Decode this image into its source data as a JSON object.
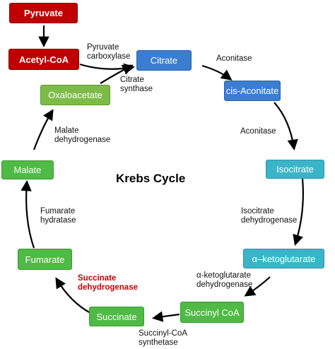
{
  "title": "Krebs Cycle",
  "nodes": {
    "pyruvate": "Pyruvate",
    "acetyl_coa": "Acetyl-CoA",
    "citrate": "Citrate",
    "cis_aconitate": "cis-Aconitate",
    "isocitrate": "Isocitrate",
    "ketoglutarate": "α–ketoglutarate",
    "succinyl_coa": "Succinyl CoA",
    "succinate": "Succinate",
    "fumarate": "Fumarate",
    "malate": "Malate",
    "oxaloacetate": "Oxaloacetate"
  },
  "enzymes": {
    "pyruvate_carboxylase": "Pyruvate\ncarboxylase",
    "citrate_synthase": "Citrate\nsynthase",
    "aconitase_1": "Aconitase",
    "aconitase_2": "Aconitase",
    "isocitrate_dehydrogenase": "Isocitrate\ndehydrogenase",
    "ketoglutarate_dehydrogenase": "α-ketoglutarate\ndehydrogenase",
    "succinyl_coa_synthetase": "Succinyl-CoA\nsynthetase",
    "succinate_dehydrogenase": "Succinate\ndehydrogenase",
    "fumarate_hydratase": "Fumarate\nhydratase",
    "malate_dehydrogenase": "Malate\ndehydrogenase"
  },
  "colors": {
    "pyruvate_node": "#c00000",
    "citrate_node": "#3a7dd1",
    "isocitrate_node": "#3cb4c8",
    "succinate_node": "#4fba45",
    "oxaloacetate_node": "#7dbb48",
    "highlight_enzyme": "#c00000"
  }
}
